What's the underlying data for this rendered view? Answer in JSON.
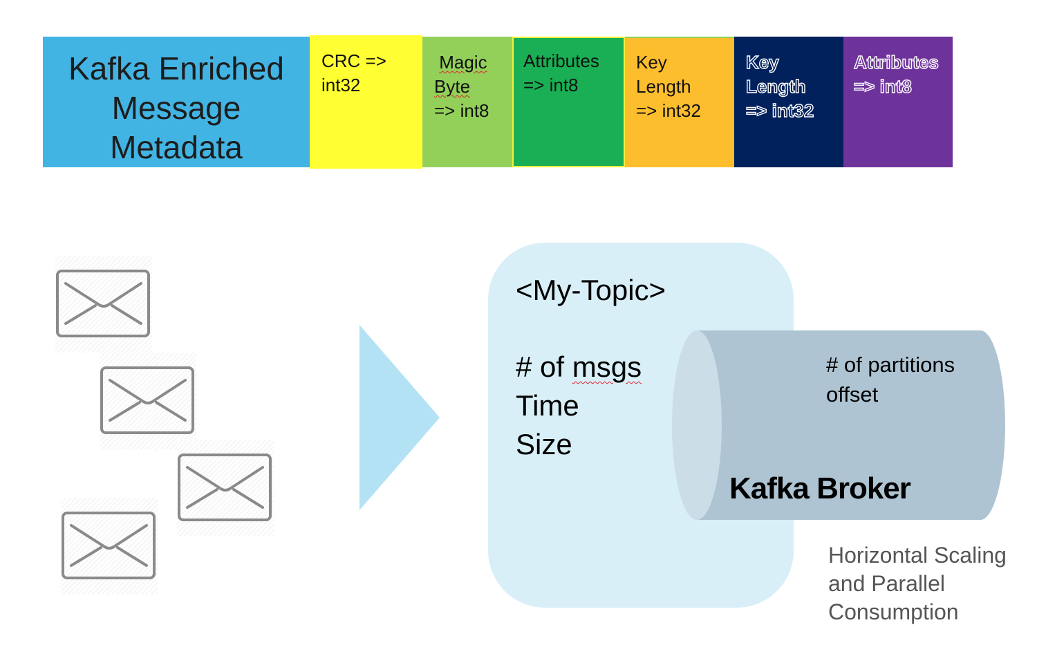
{
  "header_bar": {
    "title": {
      "text": "Kafka Enriched\nMessage\nMetadata",
      "color": "#42b4e3"
    },
    "fields": [
      {
        "id": "crc",
        "lines": "CRC =>\nint32",
        "color": "#ffff33"
      },
      {
        "id": "magic",
        "word1": "Magic",
        "word2": "Byte",
        "rest": "=> int8",
        "color": "#93d05a"
      },
      {
        "id": "attributes",
        "lines": "Attributes\n=> int8",
        "color": "#1aaf54"
      },
      {
        "id": "key-length",
        "lines": "Key\nLength\n=> int32",
        "color": "#fdbe2d"
      },
      {
        "id": "key-length-outlined",
        "lines": "Key\nLength\n=> int32",
        "color": "#01215c"
      },
      {
        "id": "attributes-outlined",
        "lines": "Attributes\n=> int8",
        "color": "#6e339b"
      }
    ]
  },
  "messages": {
    "icon": "envelope-icon",
    "count": 4,
    "stroke_color": "#8a8a8c"
  },
  "flow_arrow": {
    "icon": "triangle-right-arrow",
    "color": "#b3e2f4"
  },
  "topic": {
    "name": "<My-Topic>",
    "stat1_prefix": "# of ",
    "stat1_word": "msgs",
    "stat2": "Time",
    "stat3": "Size",
    "color": "#d9eff8"
  },
  "broker": {
    "meta": "# of partitions\noffset",
    "label": "Kafka Broker",
    "body_color": "#aec4d2",
    "face_color": "#cbdde6"
  },
  "caption": "Horizontal Scaling\nand Parallel\nConsumption"
}
